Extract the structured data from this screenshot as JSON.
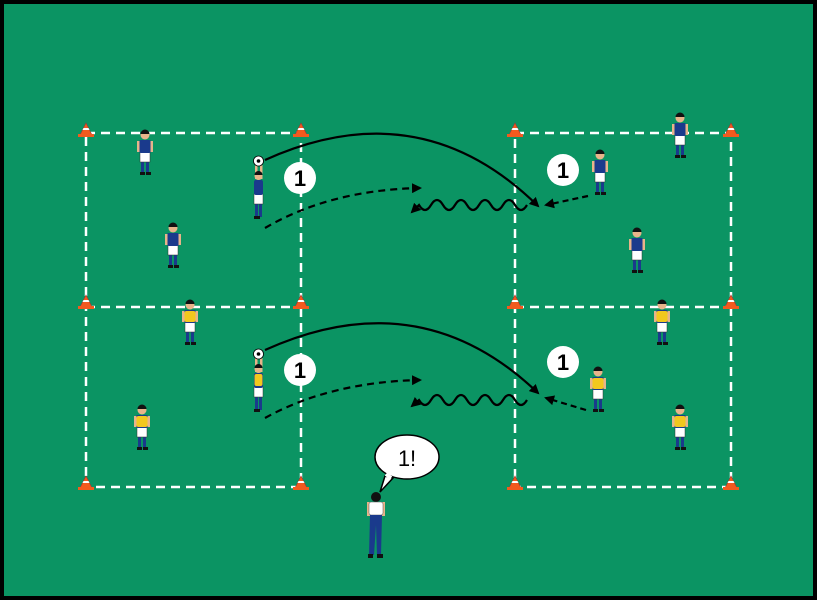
{
  "colors": {
    "pitch": "#0b9463",
    "blue_team": "#1a3a8c",
    "yellow_bib": "#f2c81e",
    "cone": "#f25a1e",
    "line": "#ffffff"
  },
  "markers": [
    {
      "label": "1"
    },
    {
      "label": "1"
    },
    {
      "label": "1"
    },
    {
      "label": "1"
    }
  ],
  "coach": {
    "speech": "1!"
  }
}
